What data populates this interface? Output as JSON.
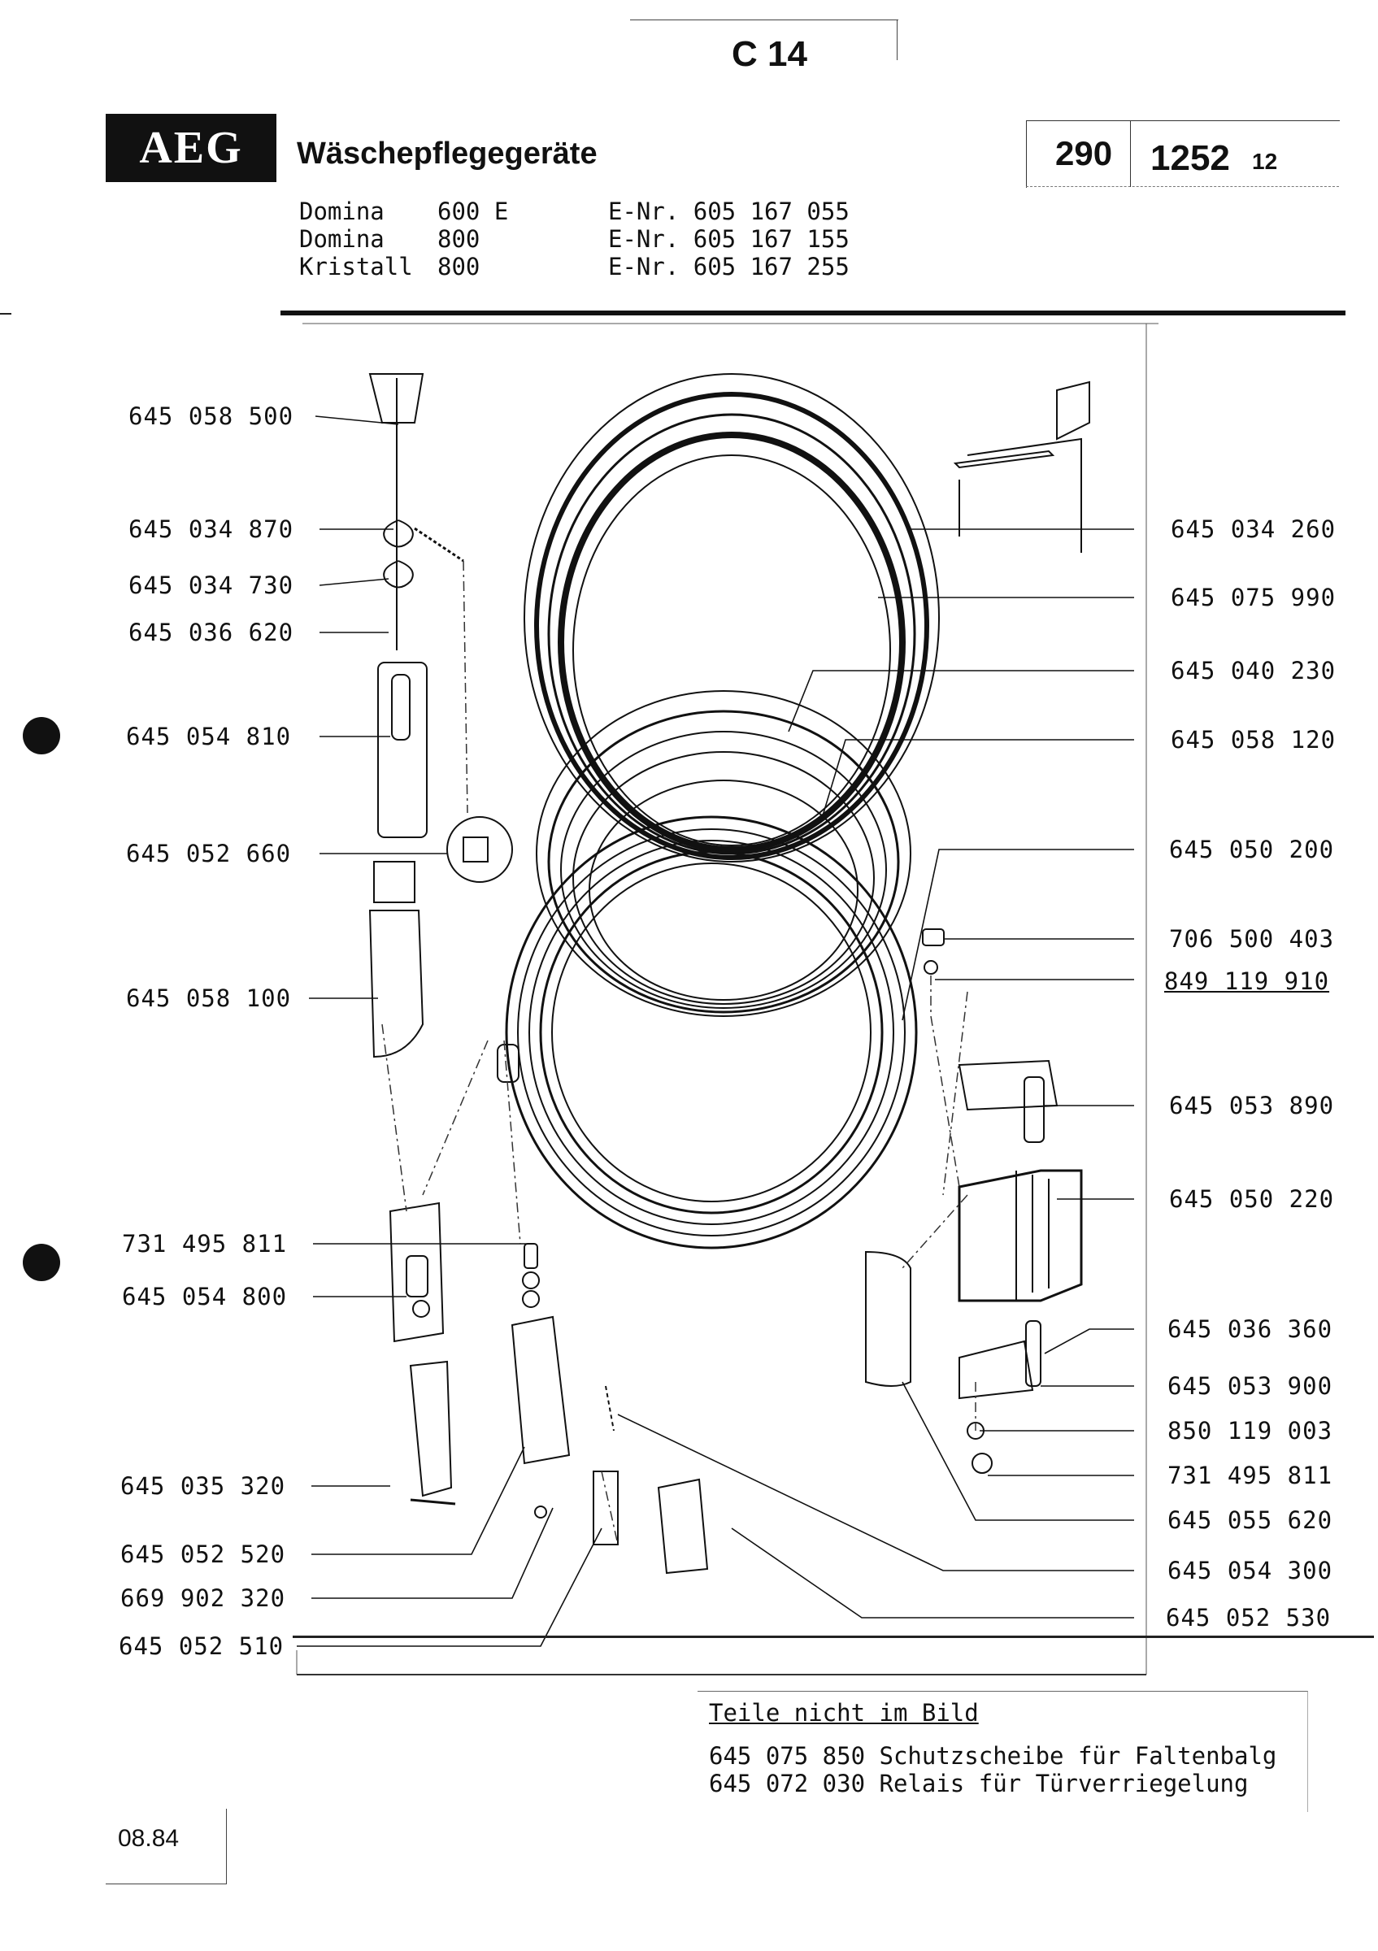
{
  "header": {
    "page_code": "C 14",
    "logo": "AEG",
    "title": "Wäschepflegegeräte",
    "ref_main": "290",
    "ref_second": "1252",
    "ref_suffix": "12"
  },
  "models": [
    {
      "name": "Domina",
      "type": "600 E",
      "enr": "E-Nr. 605 167 055"
    },
    {
      "name": "Domina",
      "type": "800",
      "enr": "E-Nr. 605 167 155"
    },
    {
      "name": "Kristall",
      "type": "800",
      "enr": "E-Nr. 605 167 255"
    }
  ],
  "parts_left": [
    "645 058 500",
    "645 034 870",
    "645 034 730",
    "645 036 620",
    "645 054 810",
    "645 052 660",
    "645 058 100",
    "731 495 811",
    "645 054 800",
    "645 035 320",
    "645 052 520",
    "669 902 320",
    "645 052 510"
  ],
  "parts_right": [
    "645 034 260",
    "645 075 990",
    "645 040 230",
    "645 058 120",
    "645 050 200",
    "706 500 403",
    "849 119 910",
    "645 053 890",
    "645 050 220",
    "645 036 360",
    "645 053 900",
    "850 119 003",
    "731 495 811",
    "645 055 620",
    "645 054 300",
    "645 052 530"
  ],
  "notes": {
    "title": "Teile nicht im Bild",
    "items": [
      "645 075 850 Schutzscheibe für Faltenbalg",
      "645 072 030 Relais für Türverriegelung"
    ]
  },
  "footer": {
    "date": "08.84"
  },
  "colors": {
    "ink": "#111111",
    "paper": "#ffffff"
  }
}
